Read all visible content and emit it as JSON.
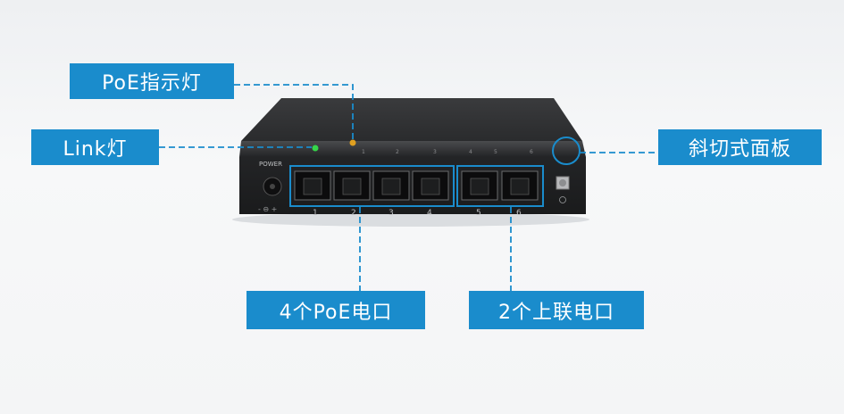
{
  "callouts": {
    "poe_led": "PoE指示灯",
    "link_led": "Link灯",
    "bevel_panel": "斜切式面板",
    "poe_ports": "4个PoE电口",
    "uplink_ports": "2个上联电口"
  },
  "device": {
    "power_label": "POWER",
    "port_numbers": [
      "1",
      "2",
      "3",
      "4",
      "5",
      "6"
    ],
    "led_numbers": [
      "1",
      "2",
      "3",
      "4",
      "5",
      "6"
    ],
    "poe_port_count": 4,
    "uplink_port_count": 2
  },
  "colors": {
    "callout_bg": "#1a8ccc",
    "callout_text": "#ffffff",
    "chassis": "#2b2c2e",
    "link_led": "#35d64a",
    "poe_led": "#e0a020",
    "guide_line": "#1a8ccc"
  }
}
